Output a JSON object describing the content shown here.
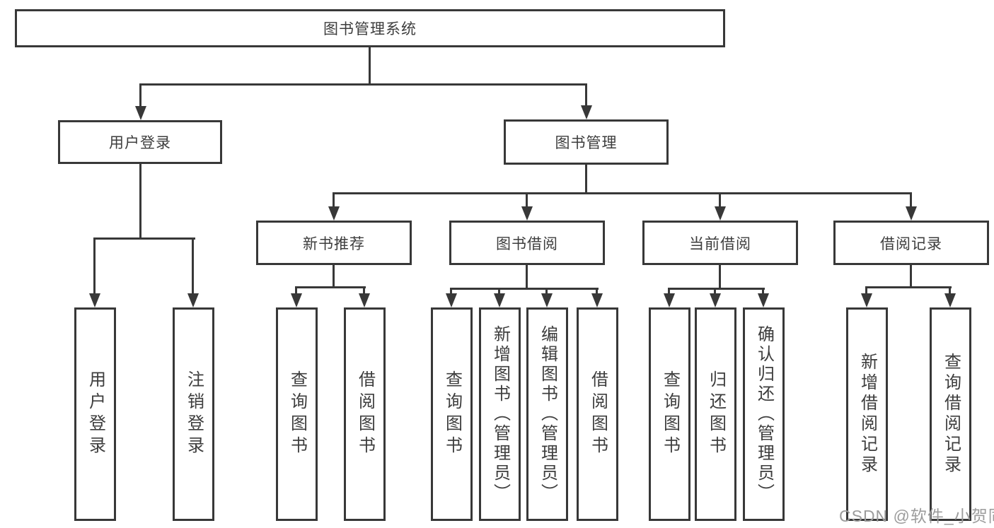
{
  "colors": {
    "line": "#383838",
    "text": "#3d3d3d",
    "background": "#ffffff",
    "watermark": "#9c9c9c"
  },
  "watermark": "CSDN @软件_小贺同学",
  "tree": {
    "root": "图书管理系统",
    "branches": [
      {
        "label": "用户登录",
        "children": [
          "用户登录",
          "注销登录"
        ]
      },
      {
        "label": "图书管理",
        "sections": [
          {
            "label": "新书推荐",
            "children": [
              "查询图书",
              "借阅图书"
            ]
          },
          {
            "label": "图书借阅",
            "children": [
              "查询图书",
              "新增图书（管理员）",
              "编辑图书（管理员）",
              "借阅图书"
            ]
          },
          {
            "label": "当前借阅",
            "children": [
              "查询图书",
              "归还图书",
              "确认归还（管理员）"
            ]
          },
          {
            "label": "借阅记录",
            "children": [
              "新增借阅记录",
              "查询借阅记录"
            ]
          }
        ]
      }
    ]
  }
}
